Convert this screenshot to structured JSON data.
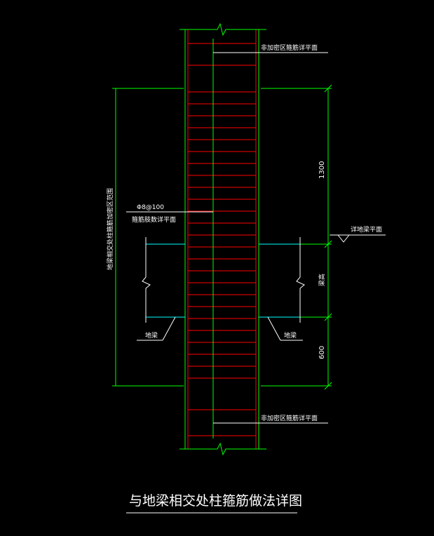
{
  "labels": {
    "top_note": "非加密区箍筋详平面",
    "bottom_note": "非加密区箍筋详平面",
    "stirrup_spec": "Φ8@100",
    "stirrup_note": "箍筋肢数详平面",
    "left_zone": "地梁相交处柱箍筋加密区范围",
    "beam_top_ref": "详地梁平面",
    "beam_depth": "梁高",
    "beam_left": "地梁",
    "beam_right": "地梁",
    "dim_top": "1300",
    "dim_bottom": "600",
    "title": "与地梁相交处柱箍筋做法详图"
  },
  "colors": {
    "background": "#000000",
    "column": "#ff0000",
    "stirrup": "#ff0000",
    "green": "#00ff00",
    "cyan": "#00ffff",
    "white": "#ffffff"
  }
}
